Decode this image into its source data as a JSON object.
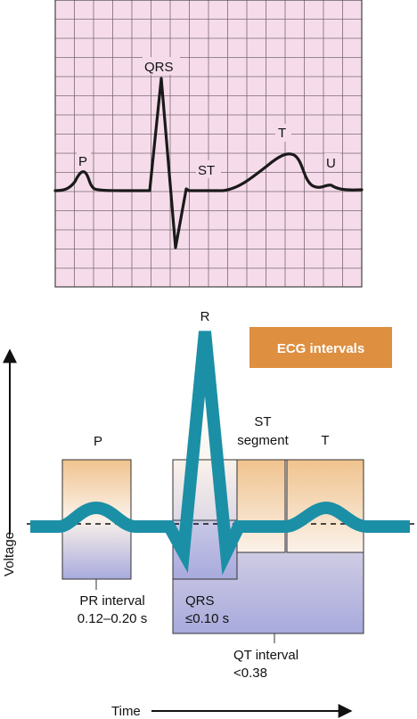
{
  "ecg_strip": {
    "labels": {
      "p": "P",
      "qrs": "QRS",
      "st": "ST",
      "t": "T",
      "u": "U"
    }
  },
  "diagram": {
    "badge": "ECG intervals",
    "labels": {
      "r": "R",
      "p": "P",
      "st_line1": "ST",
      "st_line2": "segment",
      "t": "T",
      "pr_interval": "PR interval",
      "pr_value": "0.12–0.20 s",
      "qrs": "QRS",
      "qrs_value": "≤0.10 s",
      "qt_interval": "QT interval",
      "qt_value": "<0.38"
    },
    "axes": {
      "y": "Voltage",
      "x": "Time"
    }
  },
  "colors": {
    "grid_bg": "#f6dcea",
    "grid_line": "#7a6a74",
    "trace": "#1a1a1a",
    "waveform": "#1b8fa6",
    "badge": "#de8f40",
    "box_top": "#f0c38e",
    "box_bottom": "#a8aadd"
  }
}
